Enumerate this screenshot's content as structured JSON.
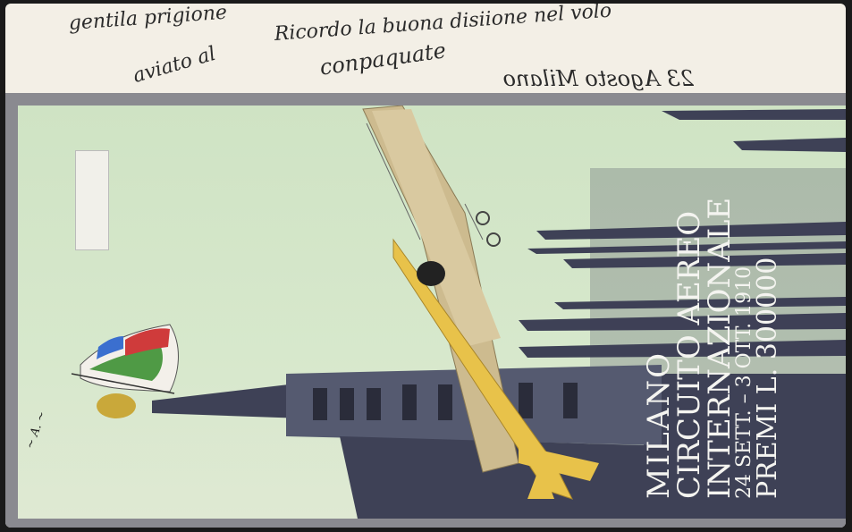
{
  "handwriting": {
    "line1": "23 Agosto Milano",
    "line2": "conpaquate",
    "line3": "Ricordo la buona disiione nel volo",
    "line4": "aviato al",
    "line5": "gentila prigione"
  },
  "poster": {
    "city": "MILANO",
    "event_line1": "CIRCUITO AEREO",
    "event_line2": "INTERNAZIONALE",
    "dates": "24 SETT. – 3 OTT. 1910",
    "prize": "PREMI L. 300000"
  },
  "colors": {
    "sky": "#d3e6c8",
    "frame": "#8a8a90",
    "spire": "#3e4156",
    "wing": "#cdbb8f",
    "fuselage": "#e8c24a",
    "paper": "#f3efe6"
  },
  "artwork": {
    "signature_icon": "artist-signature-icon",
    "stamp_icon": "postage-stamp-icon",
    "plane_icon": "biplane-icon",
    "flag_icon": "flag-icon",
    "spire_icon": "cathedral-spire-icon"
  }
}
